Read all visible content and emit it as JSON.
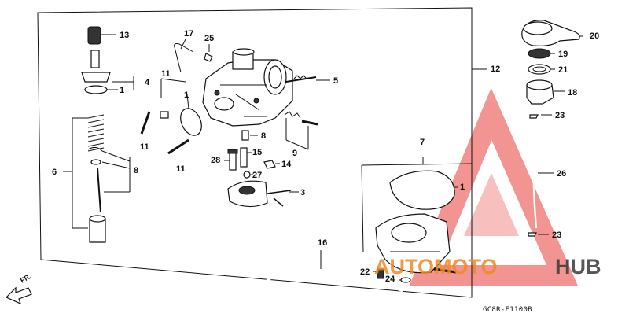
{
  "diagram_code": "GC8R-E1100B",
  "direction_label": "FR.",
  "watermark": {
    "word1": "AUTOMOTO",
    "word2": "HUB",
    "color1": "#f08a24",
    "color2": "#3a3a3a",
    "logo_color": "#e8403a"
  },
  "callouts": [
    "13",
    "4",
    "1",
    "6",
    "8",
    "11",
    "11",
    "1",
    "17",
    "25",
    "11",
    "28",
    "15",
    "8",
    "27",
    "14",
    "9",
    "5",
    "3",
    "12",
    "20",
    "19",
    "21",
    "18",
    "23",
    "7",
    "1",
    "26",
    "23",
    "16",
    "22",
    "24"
  ]
}
